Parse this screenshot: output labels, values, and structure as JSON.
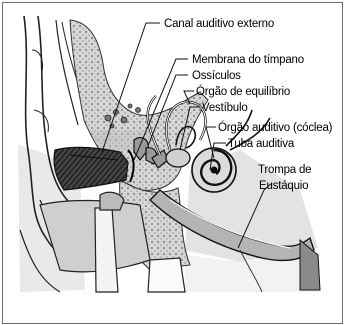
{
  "labels": {
    "canal": "Canal auditivo externo",
    "membrana": "Membrana do tímpano",
    "ossiculos": "Ossículos",
    "equilibrio": "Órgão de equilíbrio",
    "vestibulo": "Vestíbulo",
    "coclea": "Órgão auditivo (cóclea)",
    "tuba": "Tuba auditiva",
    "trompa_1": "Trompa de",
    "trompa_2": "Eustáquio"
  }
}
